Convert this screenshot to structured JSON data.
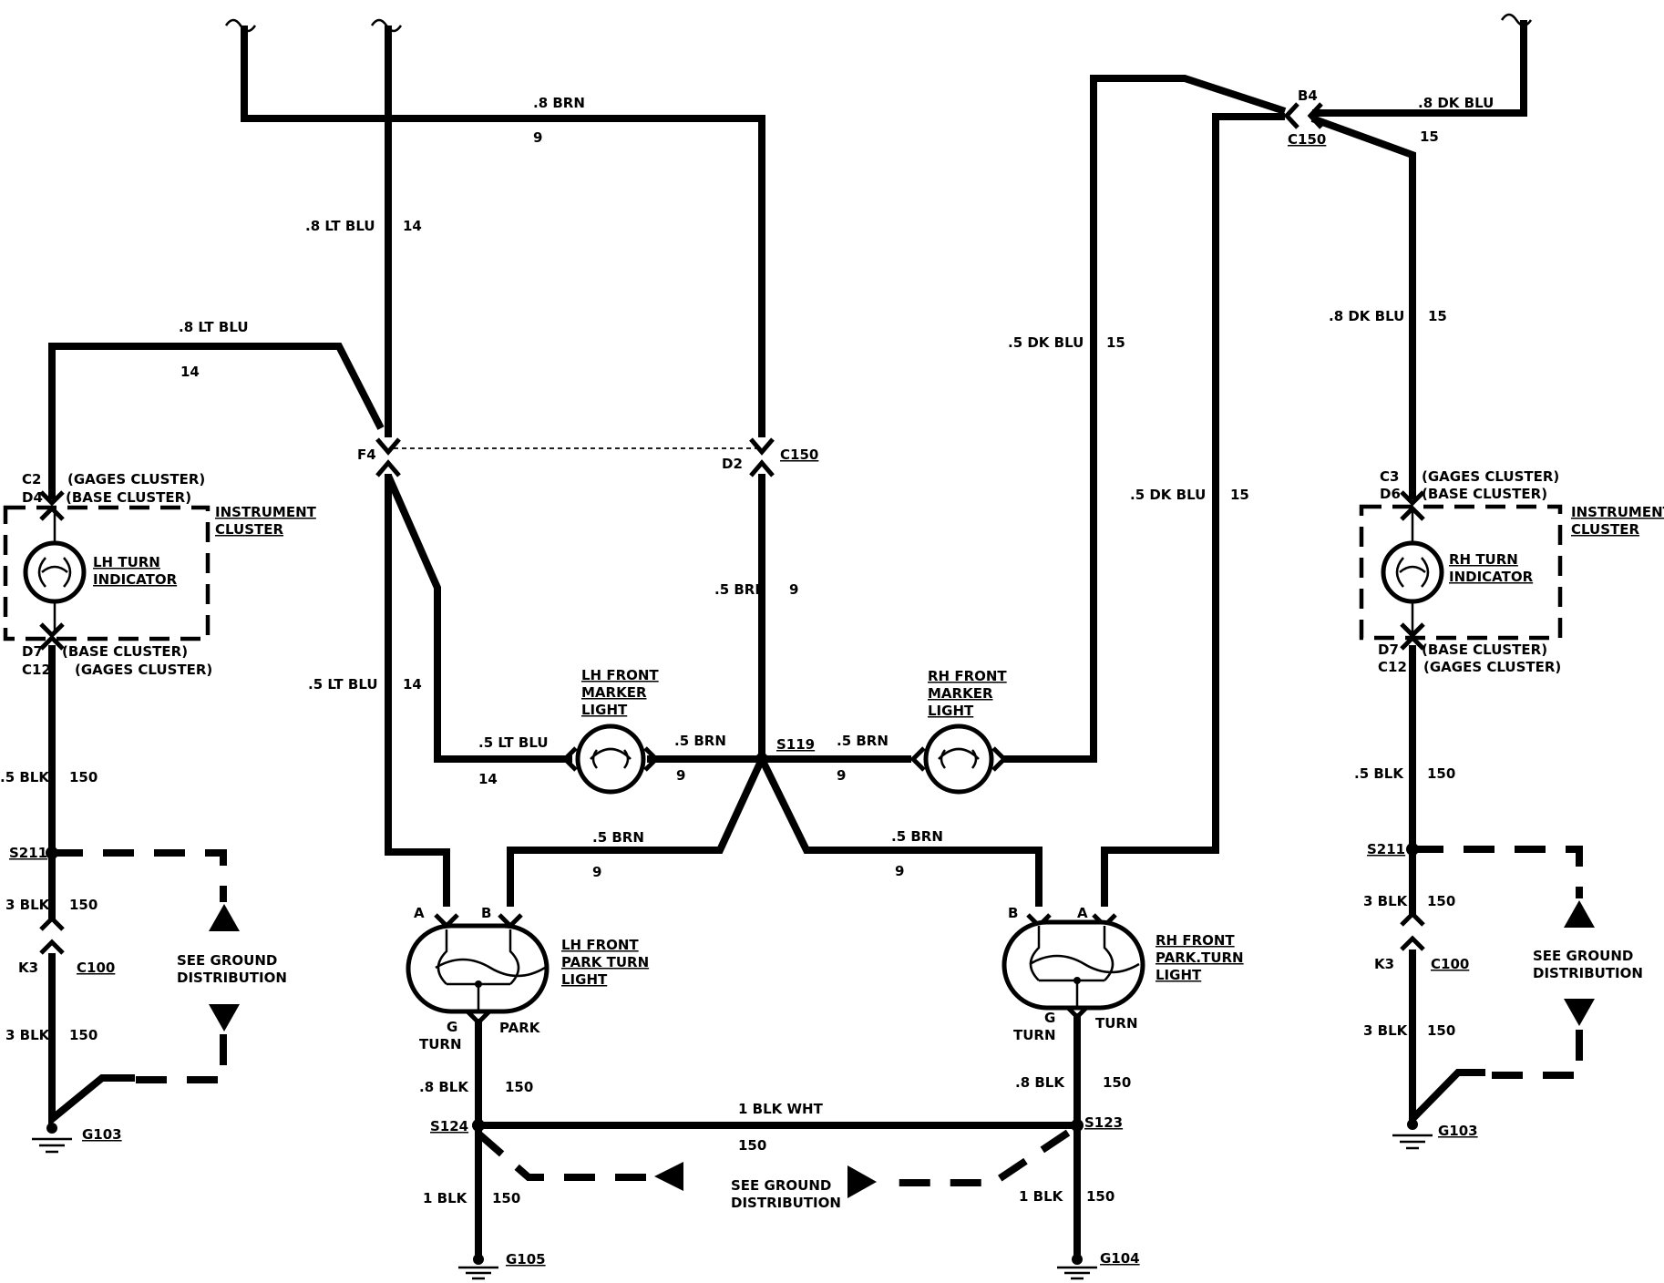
{
  "wires": {
    "brn_top": ".8 BRN",
    "brn_top_num": "9",
    "ltblu_vert": ".8 LT BLU",
    "ltblu_vert_num": "14",
    "ltblu_left": ".8 LT BLU",
    "ltblu_left_num": "14",
    "ltblu_lower": ".5 LT BLU",
    "ltblu_lower_num": "14",
    "ltblu_marker": ".5 LT BLU",
    "ltblu_marker_num": "14",
    "brn_mid": ".5 BRN",
    "brn_mid_num": "9",
    "brn_lhmarker": ".5  BRN",
    "brn_lhmarker_num": "9",
    "brn_rhmarker": ".5  BRN",
    "brn_rhmarker_num": "9",
    "brn_lhpark": ".5  BRN",
    "brn_lhpark_num": "9",
    "brn_rhpark": ".5  BRN",
    "brn_rhpark_num": "9",
    "dkblu_top": ".8 DK BLU",
    "dkblu_top_num": "15",
    "dkblu_right": ".8 DK BLU",
    "dkblu_right_num": "15",
    "dkblu_mid": ".5 DK BLU",
    "dkblu_mid_num": "15",
    "dkblu_inner": ".5 DK BLU",
    "dkblu_inner_num": "15",
    "blk_l1": ".5 BLK",
    "blk_l1_num": "150",
    "blk_l2": "3 BLK",
    "blk_l2_num": "150",
    "blk_l3": "3 BLK",
    "blk_l3_num": "150",
    "blk_r1": ".5 BLK",
    "blk_r1_num": "150",
    "blk_r2": "3 BLK",
    "blk_r2_num": "150",
    "blk_r3": "3 BLK",
    "blk_r3_num": "150",
    "blk_lhpark": ".8 BLK",
    "blk_lhpark_num": "150",
    "blk_rhpark": ".8 BLK",
    "blk_rhpark_num": "150",
    "blkwht": "1  BLK WHT",
    "blkwht_num": "150",
    "blk_g105": "1 BLK",
    "blk_g105_num": "150",
    "blk_g104": "1 BLK",
    "blk_g104_num": "150"
  },
  "connectors": {
    "c150": "C150",
    "b4": "B4",
    "c150_top": "C150",
    "f4": "F4",
    "d2": "D2",
    "lh_c2": "C2",
    "lh_d4": "D4",
    "lh_d7": "D7",
    "lh_c12": "C12",
    "rh_c3": "C3",
    "rh_d6": "D6",
    "rh_d7": "D7",
    "rh_c12": "C12",
    "lh_gages_top": "(GAGES CLUSTER)",
    "lh_base_top": "(BASE CLUSTER)",
    "lh_base_bot": "(BASE CLUSTER)",
    "lh_gages_bot": "(GAGES CLUSTER)",
    "rh_gages_top": "(GAGES CLUSTER)",
    "rh_base_top": "(BASE CLUSTER)",
    "rh_base_bot": "(BASE CLUSTER)",
    "rh_gages_bot": "(GAGES CLUSTER)",
    "k3_l": "K3",
    "c100_l": "C100",
    "k3_r": "K3",
    "c100_r": "C100",
    "lh_pin_a": "A",
    "lh_pin_b": "B",
    "rh_pin_b": "B",
    "rh_pin_a": "A",
    "lh_g": "G",
    "lh_turn": "TURN",
    "lh_park": "PARK",
    "rh_g": "G",
    "rh_turn": "TURN",
    "rh_turn2": "TURN"
  },
  "splices": {
    "s119": "S119",
    "s211_l": "S211",
    "s211_r": "S211",
    "s124": "S124",
    "s123": "S123"
  },
  "grounds": {
    "g103_l": "G103",
    "g103_r": "G103",
    "g105": "G105",
    "g104": "G104"
  },
  "components": {
    "instrument_cluster": [
      "INSTRUMENT",
      "CLUSTER"
    ],
    "lh_turn_indicator": [
      "LH TURN",
      "INDICATOR"
    ],
    "rh_turn_indicator": [
      "RH TURN",
      "INDICATOR"
    ],
    "lh_front_marker": [
      "LH FRONT",
      "MARKER",
      "LIGHT"
    ],
    "rh_front_marker": [
      "RH FRONT",
      "MARKER",
      "LIGHT"
    ],
    "lh_front_park_turn": [
      "LH FRONT",
      "PARK TURN",
      "LIGHT"
    ],
    "rh_front_park_turn": [
      "RH FRONT",
      "PARK.TURN",
      "LIGHT"
    ]
  },
  "notes": {
    "see_ground_l": [
      "SEE GROUND",
      "DISTRIBUTION"
    ],
    "see_ground_r": [
      "SEE GROUND",
      "DISTRIBUTION"
    ],
    "see_ground_b": [
      "SEE GROUND",
      "DISTRIBUTION"
    ]
  }
}
